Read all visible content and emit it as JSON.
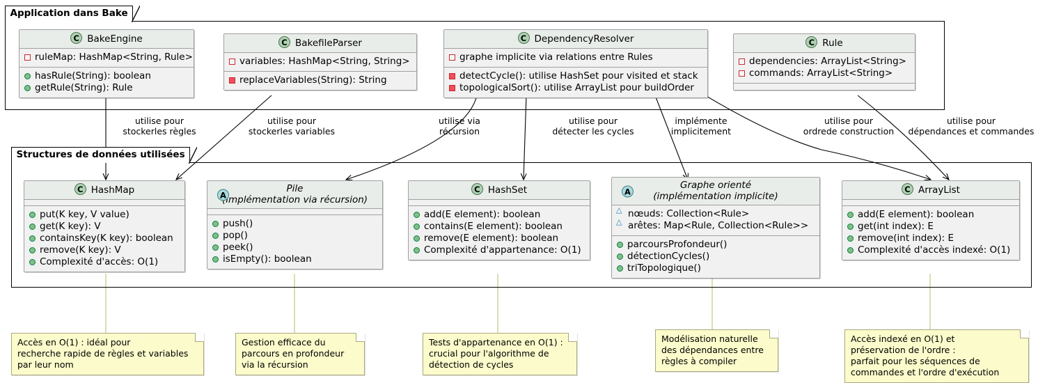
{
  "diagram": {
    "type": "uml-class-diagram",
    "packages": [
      {
        "id": "app",
        "title": "Application dans Bake"
      },
      {
        "id": "ds",
        "title": "Structures de données utilisées"
      }
    ]
  },
  "classes": {
    "bake_engine": {
      "stereotype": "C",
      "name": "BakeEngine",
      "attributes": [
        {
          "visibility": "private",
          "text": "ruleMap: HashMap<String, Rule>"
        }
      ],
      "methods": [
        {
          "visibility": "public",
          "text": "hasRule(String): boolean"
        },
        {
          "visibility": "public",
          "text": "getRule(String): Rule"
        }
      ]
    },
    "bakefile_parser": {
      "stereotype": "C",
      "name": "BakefileParser",
      "attributes": [
        {
          "visibility": "private",
          "text": "variables: HashMap<String, String>"
        }
      ],
      "methods": [
        {
          "visibility": "private",
          "text": "replaceVariables(String): String"
        }
      ]
    },
    "dependency_resolver": {
      "stereotype": "C",
      "name": "DependencyResolver",
      "attributes": [
        {
          "visibility": "private",
          "text": "graphe implicite via relations entre Rules"
        }
      ],
      "methods": [
        {
          "visibility": "private",
          "text": "detectCycle(): utilise HashSet pour visited et stack"
        },
        {
          "visibility": "private",
          "text": "topologicalSort(): utilise ArrayList pour buildOrder"
        }
      ]
    },
    "rule": {
      "stereotype": "C",
      "name": "Rule",
      "attributes": [
        {
          "visibility": "private",
          "text": "dependencies: ArrayList<String>"
        },
        {
          "visibility": "private",
          "text": "commands: ArrayList<String>"
        }
      ],
      "methods": []
    },
    "hashmap": {
      "stereotype": "C",
      "name": "HashMap",
      "attributes": [],
      "methods": [
        {
          "visibility": "public",
          "text": "put(K key, V value)"
        },
        {
          "visibility": "public",
          "text": "get(K key): V"
        },
        {
          "visibility": "public",
          "text": "containsKey(K key): boolean"
        },
        {
          "visibility": "public",
          "text": "remove(K key): V"
        },
        {
          "visibility": "public",
          "text": "Complexité d'accès: O(1)"
        }
      ]
    },
    "pile": {
      "stereotype": "A",
      "name": "Pile",
      "name_line2": "(implémentation via récursion)",
      "attributes": [],
      "methods": [
        {
          "visibility": "public",
          "text": "push()"
        },
        {
          "visibility": "public",
          "text": "pop()"
        },
        {
          "visibility": "public",
          "text": "peek()"
        },
        {
          "visibility": "public",
          "text": "isEmpty(): boolean"
        }
      ]
    },
    "hashset": {
      "stereotype": "C",
      "name": "HashSet",
      "attributes": [],
      "methods": [
        {
          "visibility": "public",
          "text": "add(E element): boolean"
        },
        {
          "visibility": "public",
          "text": "contains(E element): boolean"
        },
        {
          "visibility": "public",
          "text": "remove(E element): boolean"
        },
        {
          "visibility": "public",
          "text": "Complexité d'appartenance: O(1)"
        }
      ]
    },
    "graphe_oriente": {
      "stereotype": "A",
      "name": "Graphe orienté",
      "name_line2": "(implémentation implicite)",
      "attributes": [
        {
          "visibility": "protected",
          "text": "nœuds: Collection<Rule>"
        },
        {
          "visibility": "protected",
          "text": "arêtes: Map<Rule, Collection<Rule>>"
        }
      ],
      "methods": [
        {
          "visibility": "public",
          "text": "parcoursProfondeur()"
        },
        {
          "visibility": "public",
          "text": "détectionCycles()"
        },
        {
          "visibility": "public",
          "text": "triTopologique()"
        }
      ]
    },
    "arraylist": {
      "stereotype": "C",
      "name": "ArrayList",
      "attributes": [],
      "methods": [
        {
          "visibility": "public",
          "text": "add(E element): boolean"
        },
        {
          "visibility": "public",
          "text": "get(int index): E"
        },
        {
          "visibility": "public",
          "text": "remove(int index): E"
        },
        {
          "visibility": "public",
          "text": "Complexité d'accès indexé: O(1)"
        }
      ]
    }
  },
  "edges": [
    {
      "id": "e1",
      "from": "BakeEngine",
      "to": "HashMap",
      "line1": "utilise pour",
      "line2": "stockerles règles"
    },
    {
      "id": "e2",
      "from": "BakefileParser",
      "to": "HashMap",
      "line1": "utilise pour",
      "line2": "stockerles variables"
    },
    {
      "id": "e3",
      "from": "DependencyResolver",
      "to": "Pile",
      "line1": "utilise via",
      "line2": "récursion"
    },
    {
      "id": "e4",
      "from": "DependencyResolver",
      "to": "HashSet",
      "line1": "utilise pour",
      "line2": "détecter les cycles"
    },
    {
      "id": "e5",
      "from": "DependencyResolver",
      "to": "Graphe orienté",
      "line1": "implémente",
      "line2": "implicitement"
    },
    {
      "id": "e6",
      "from": "DependencyResolver",
      "to": "ArrayList",
      "line1": "utilise pour",
      "line2": "ordrede construction"
    },
    {
      "id": "e7",
      "from": "Rule",
      "to": "ArrayList",
      "line1": "utilise pour",
      "line2": "dépendances et commandes"
    }
  ],
  "notes": [
    {
      "id": "n1",
      "anchor": "HashMap",
      "lines": [
        "Accès en O(1) : idéal pour",
        "recherche rapide de règles et variables",
        "par leur nom"
      ]
    },
    {
      "id": "n2",
      "anchor": "Pile",
      "lines": [
        "Gestion efficace du",
        "parcours en profondeur",
        "via la récursion"
      ]
    },
    {
      "id": "n3",
      "anchor": "HashSet",
      "lines": [
        "Tests d'appartenance en O(1) :",
        "crucial pour l'algorithme de",
        "détection de cycles"
      ]
    },
    {
      "id": "n4",
      "anchor": "Graphe orienté",
      "lines": [
        "Modélisation naturelle",
        "des dépendances entre",
        "règles à compiler"
      ]
    },
    {
      "id": "n5",
      "anchor": "ArrayList",
      "lines": [
        "Accès indexé en O(1) et",
        "préservation de l'ordre :",
        "parfait pour les séquences de",
        "commandes et l'ordre d'exécution"
      ]
    }
  ],
  "colors": {
    "class_header": "#E9EDE9",
    "class_body": "#F1F1F1",
    "class_border": "#A0A0A0",
    "stereotype_class": "#ADD1B2",
    "stereotype_abstract": "#A9DCDF",
    "note_background": "#FBFBCB",
    "note_border": "#A9A980",
    "public_marker": "#84BE84",
    "private_marker": "#C82930",
    "private_method_marker": "#F24D5C",
    "protected_marker": "#1D81BA",
    "background": "#FFFFFF"
  }
}
